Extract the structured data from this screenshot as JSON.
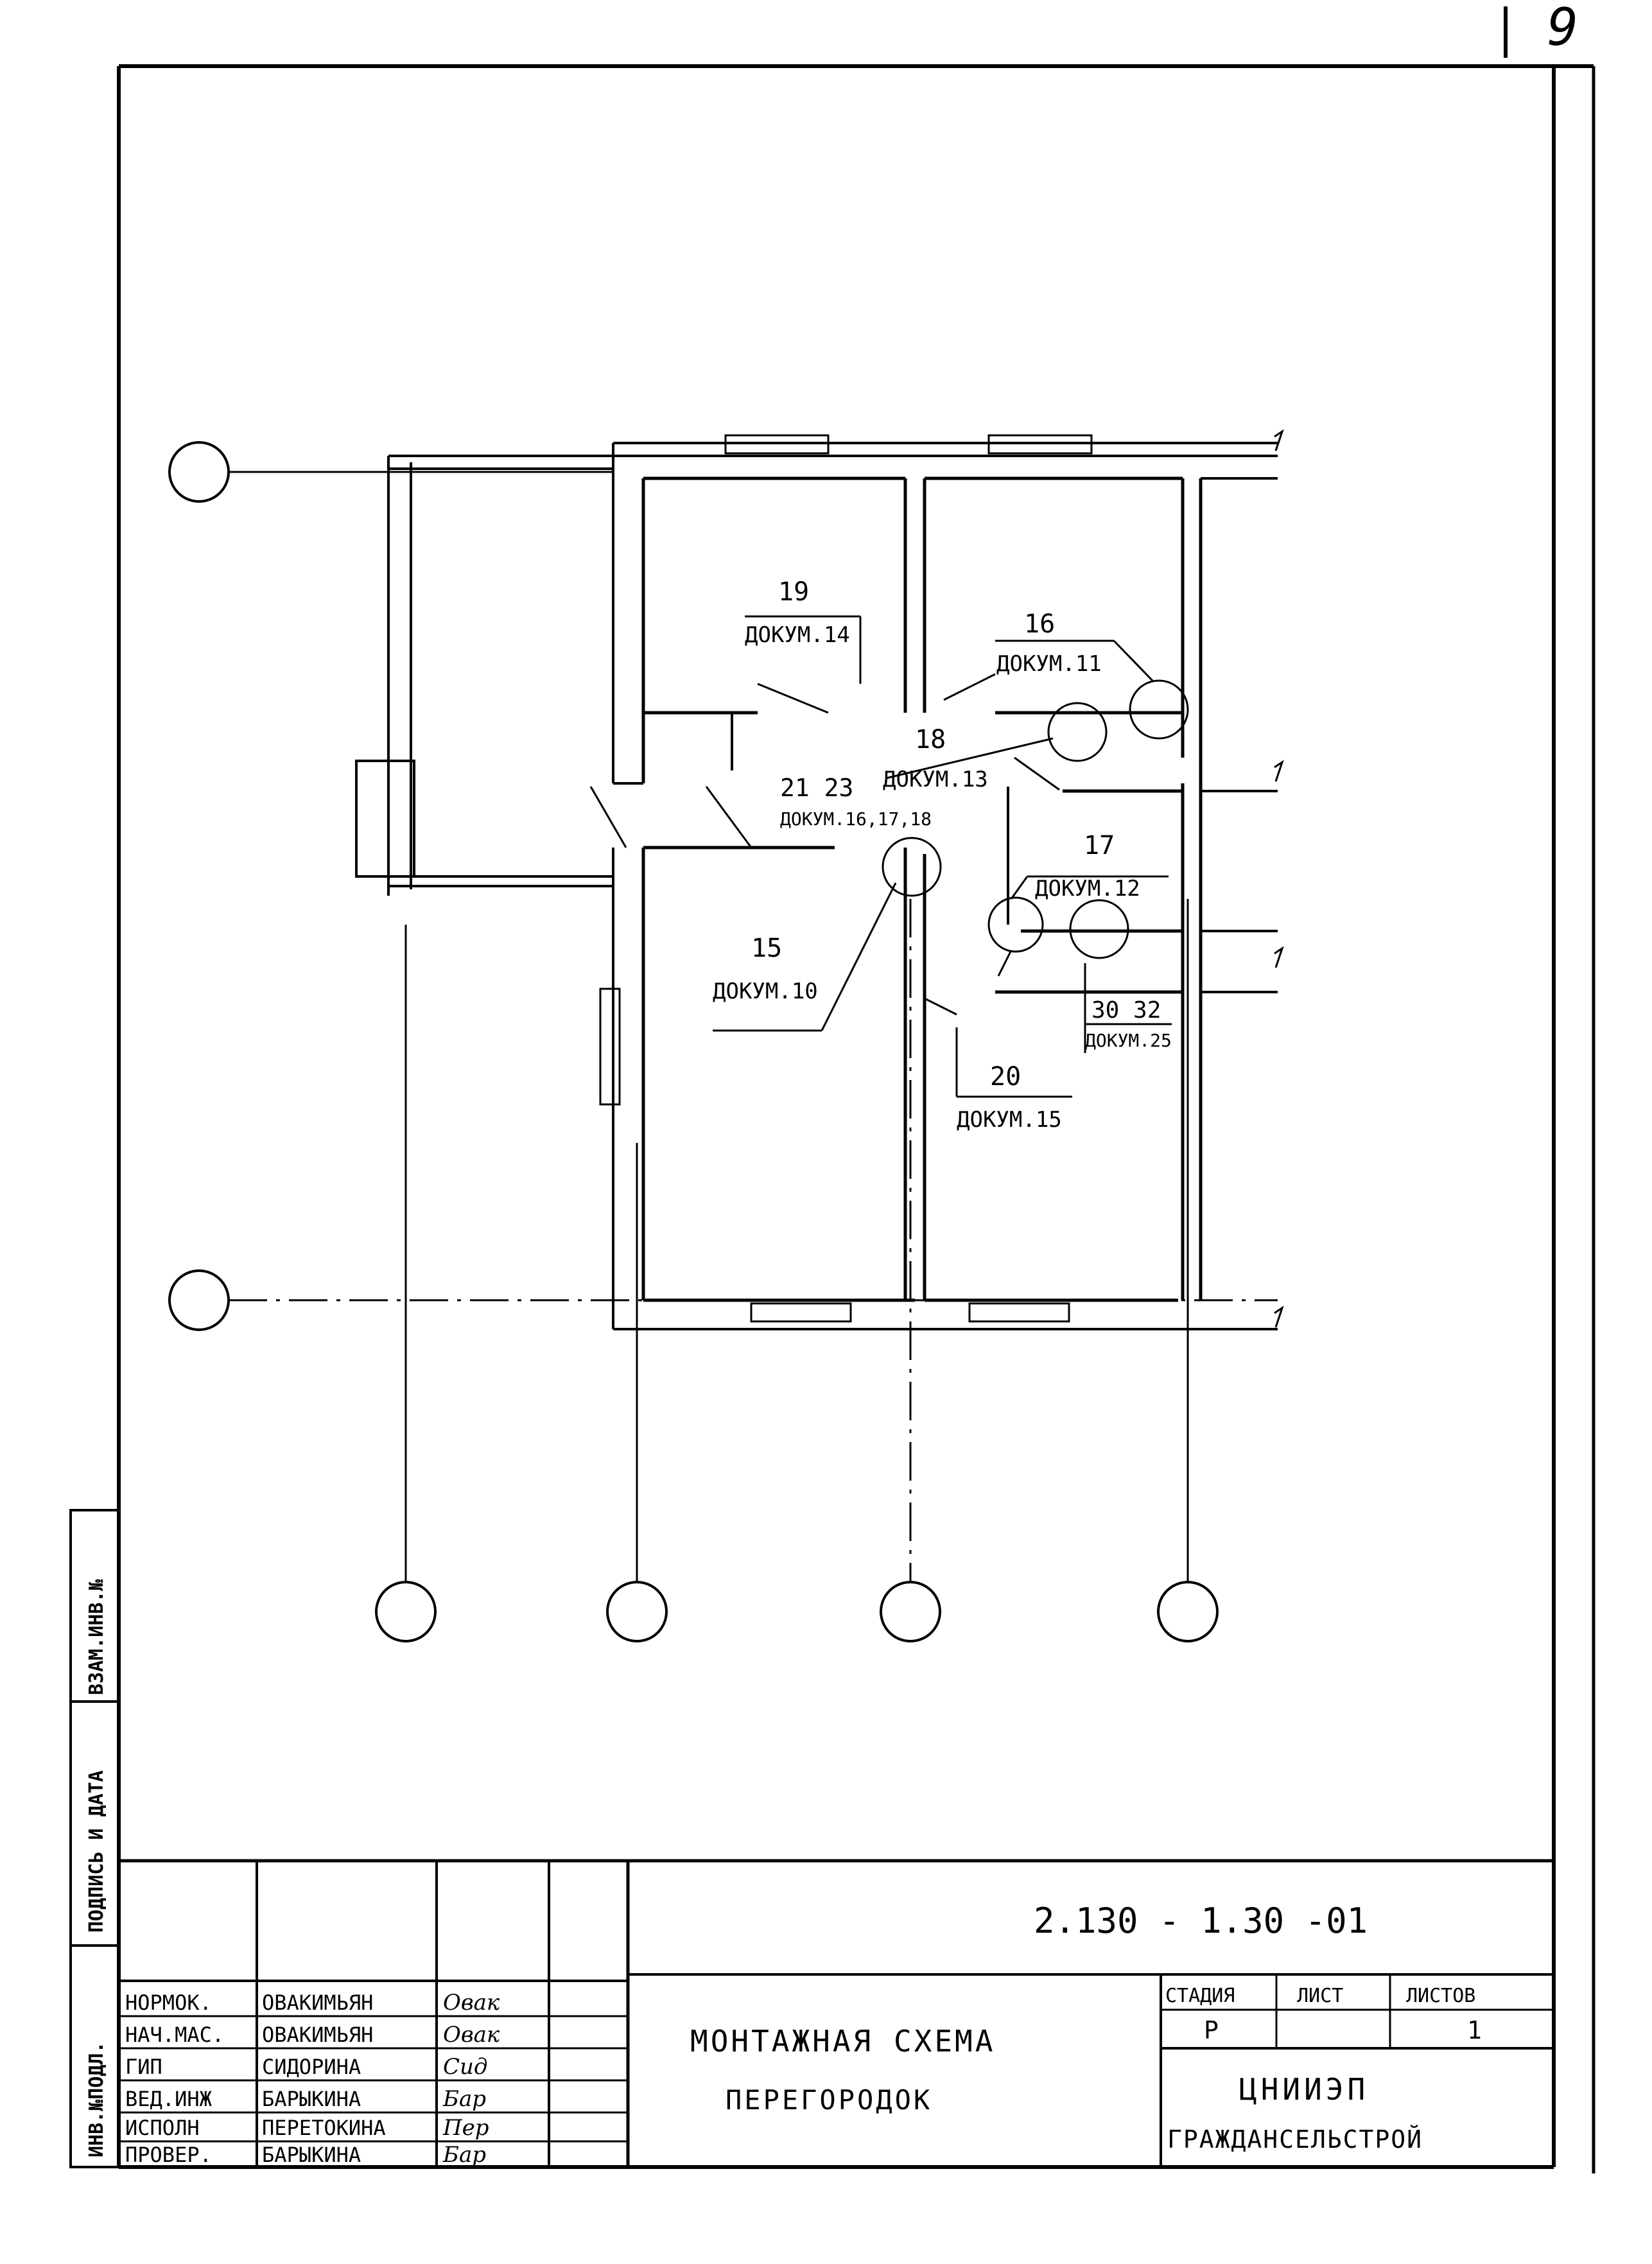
{
  "sheet": {
    "page_number": "9"
  },
  "callouts": [
    {
      "id": "c19",
      "num": "19",
      "doc": "ДОКУМ.14"
    },
    {
      "id": "c16",
      "num": "16",
      "doc": "ДОКУМ.11"
    },
    {
      "id": "c18",
      "num": "18",
      "doc": "ДОКУМ.13"
    },
    {
      "id": "c21",
      "num": "21 23",
      "doc": "ДОКУМ.16,17,18"
    },
    {
      "id": "c17",
      "num": "17",
      "doc": "ДОКУМ.12"
    },
    {
      "id": "c15",
      "num": "15",
      "doc": "ДОКУМ.10"
    },
    {
      "id": "c30",
      "num": "30 32",
      "doc": "ДОКУМ.25"
    },
    {
      "id": "c20",
      "num": "20",
      "doc": "ДОКУМ.15"
    }
  ],
  "side_stamp": {
    "inv_podl": "ИНВ.№ПОДЛ.",
    "podpis_data": "ПОДПИСЬ И ДАТА",
    "vzam_inv": "ВЗАМ.ИНВ.№"
  },
  "title_block": {
    "code": "2.130 - 1.30 -01",
    "title_line1": "МОНТАЖНАЯ СХЕМА",
    "title_line2": "ПЕРЕГОРОДОК",
    "stage_header": "СТАДИЯ",
    "sheet_header": "ЛИСТ",
    "sheets_header": "ЛИСТОВ",
    "stage_value": "Р",
    "sheet_value": "",
    "sheets_value": "1",
    "org_line1": "ЦНИИЭП",
    "org_line2": "ГРАЖДАНСЕЛЬСТРОЙ",
    "signatures": [
      {
        "role": "НОРМОК.",
        "name": "ОВАКИМЬЯН",
        "sign": "Овак"
      },
      {
        "role": "НАЧ.МАС.",
        "name": "ОВАКИМЬЯН",
        "sign": "Овак"
      },
      {
        "role": "ГИП",
        "name": "СИДОРИНА",
        "sign": "Сид"
      },
      {
        "role": "ВЕД.ИНЖ",
        "name": "БАРЫКИНА",
        "sign": "Бар"
      },
      {
        "role": "ИСПОЛН",
        "name": "ПЕРЕТОКИНА",
        "sign": "Пер"
      },
      {
        "role": "ПРОВЕР.",
        "name": "БАРЫКИНА",
        "sign": "Бар"
      }
    ]
  }
}
